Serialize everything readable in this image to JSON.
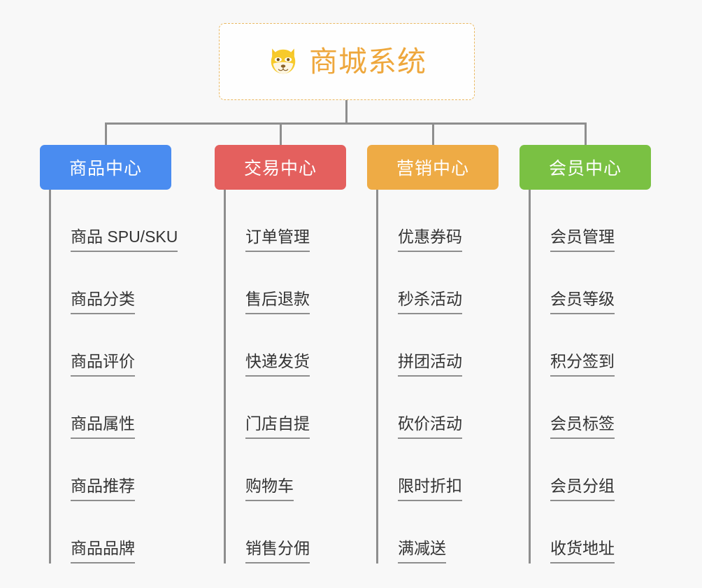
{
  "theme": {
    "background": "#f8f8f8",
    "line_color": "#8e8e8e",
    "leaf_text_color": "#333333",
    "root_border_color": "#eab860",
    "root_text_color": "#eea73c"
  },
  "root": {
    "title": "商城系统",
    "icon": "shiba-dog-face-icon"
  },
  "branches": [
    {
      "label": "商品中心",
      "color": "#4a8cf0",
      "icon": "product-center-icon",
      "items": [
        "商品 SPU/SKU",
        "商品分类",
        "商品评价",
        "商品属性",
        "商品推荐",
        "商品品牌"
      ]
    },
    {
      "label": "交易中心",
      "color": "#e4605e",
      "icon": "trade-center-icon",
      "items": [
        "订单管理",
        "售后退款",
        "快递发货",
        "门店自提",
        "购物车",
        "销售分佣"
      ]
    },
    {
      "label": "营销中心",
      "color": "#eeab45",
      "icon": "marketing-center-icon",
      "items": [
        "优惠券码",
        "秒杀活动",
        "拼团活动",
        "砍价活动",
        "限时折扣",
        "满减送"
      ]
    },
    {
      "label": "会员中心",
      "color": "#7ac143",
      "icon": "member-center-icon",
      "items": [
        "会员管理",
        "会员等级",
        "积分签到",
        "会员标签",
        "会员分组",
        "收货地址"
      ]
    }
  ]
}
